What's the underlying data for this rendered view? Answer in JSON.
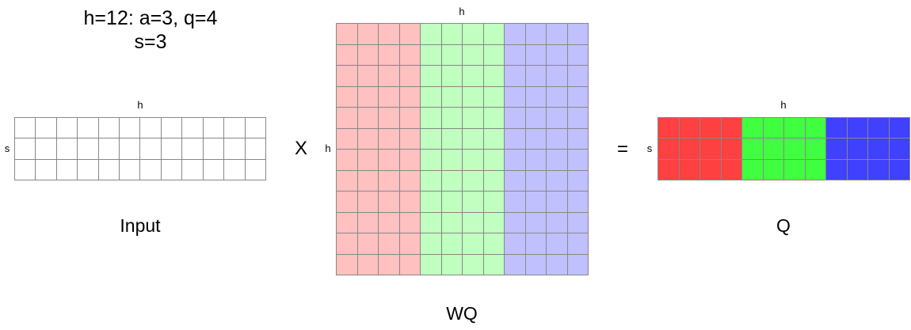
{
  "title": {
    "line1": "h=12: a=3, q=4",
    "line2": "s=3"
  },
  "input_matrix": {
    "caption": "Input",
    "col_label": "h",
    "row_label": "s",
    "rows": 3,
    "cols": 12,
    "col_groups": [
      {
        "count": 12,
        "color": "#ffffff"
      }
    ]
  },
  "multiply_operator": "X",
  "wq_matrix": {
    "caption": "WQ",
    "col_label": "h",
    "row_label": "h",
    "rows": 12,
    "cols": 12,
    "col_groups": [
      {
        "count": 4,
        "color": "#ffc0c0"
      },
      {
        "count": 4,
        "color": "#c0ffc0"
      },
      {
        "count": 4,
        "color": "#c0c0ff"
      }
    ]
  },
  "equals_operator": "=",
  "q_matrix": {
    "caption": "Q",
    "col_label": "h",
    "row_label": "s",
    "rows": 3,
    "cols": 12,
    "col_groups": [
      {
        "count": 4,
        "color": "#ff4040"
      },
      {
        "count": 4,
        "color": "#40ff40"
      },
      {
        "count": 4,
        "color": "#4040ff"
      }
    ]
  }
}
